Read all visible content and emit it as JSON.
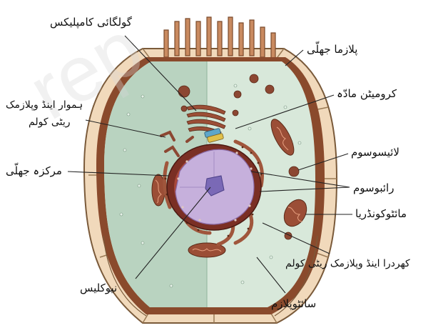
{
  "labels": {
    "golgi": "گولگائی کامپلیکس",
    "plasma_membrane": "پلازما جھلّی",
    "chromatin": "کرومیٹن مادّہ",
    "smooth_er_1": "ہموار اینڈ وپلازمک",
    "smooth_er_2": "ریٹی کولم",
    "nuclear_membrane": "مرکزہ جھلّی",
    "lysosome": "لائیسوسوم",
    "ribosome": "رائبوسوم",
    "mitochondria": "مائٹوکونڈریا",
    "rough_er": "کھردرا اینڈ وپلازمک ریٹی کولم",
    "nucleolus": "نیوکلیس",
    "cytoplasm": "سائٹوپلازم"
  },
  "colors": {
    "cell_wall_outer": "#f3dcbf",
    "cell_wall_inner": "#f7e7d1",
    "membrane": "#8a4a2c",
    "cytoplasm_left": "#b9d3c0",
    "cytoplasm_right": "#d8e8da",
    "organelle": "#8c4732",
    "nucleus": "#c6b0dc",
    "nucleolus": "#7a69b6",
    "leader": "#222222"
  }
}
